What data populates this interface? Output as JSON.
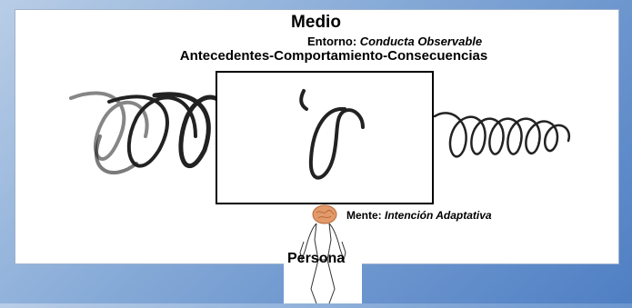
{
  "heading": {
    "title": "Medio",
    "env_prefix": "Entorno: ",
    "env_italic": "Conducta Observable",
    "abc_before": "Antecedentes-",
    "abc_bold": "Comportamiento",
    "abc_after": "-Consecuencias"
  },
  "mind": {
    "prefix": "Mente: ",
    "italic": "Intención Adaptativa"
  },
  "person": {
    "label": "Persona"
  },
  "colors": {
    "background_start": "#b9cde6",
    "background_end": "#4f7fc4",
    "panel": "#ffffff",
    "ink": "#000000"
  },
  "icons": [
    "spring-coil-icon",
    "brain-icon",
    "woman-figure-icon"
  ]
}
